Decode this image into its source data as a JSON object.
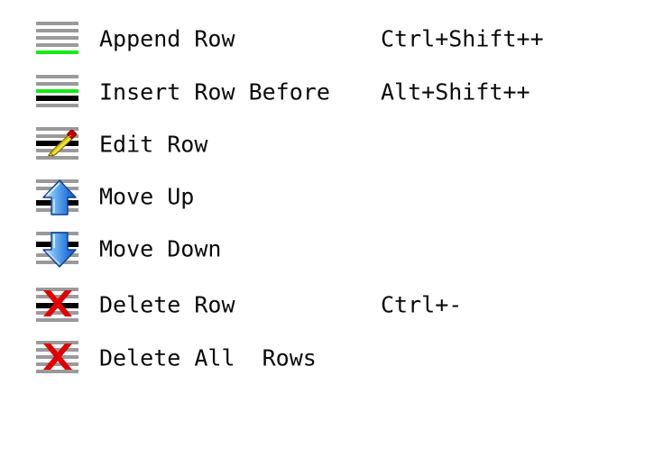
{
  "menu": {
    "name": "row-operations-menu",
    "background": "#ffffff",
    "text_color": "#0a0a0a",
    "items": [
      {
        "label": "Append Row",
        "shortcut": "Ctrl+Shift++",
        "icon": "append-row-icon",
        "icon_colors": {
          "line": "#9a9a9a",
          "accent": "#13ec13"
        }
      },
      {
        "label": "Insert Row Before",
        "shortcut": "Alt+Shift++",
        "icon": "insert-row-before-icon",
        "icon_colors": {
          "line": "#9a9a9a",
          "accent": "#13ec13",
          "highlight": "#000000"
        }
      },
      {
        "label": "Edit Row",
        "shortcut": "",
        "icon": "edit-row-icon",
        "icon_colors": {
          "line": "#9a9a9a",
          "highlight": "#000000",
          "pencil": "#f2e33a",
          "pencil_tip": "#cc0000"
        }
      },
      {
        "label": "Move Up",
        "shortcut": "",
        "icon": "move-up-icon",
        "icon_colors": {
          "line": "#9a9a9a",
          "highlight": "#000000",
          "arrow": "#2e7fe0"
        }
      },
      {
        "label": "Move Down",
        "shortcut": "",
        "icon": "move-down-icon",
        "icon_colors": {
          "line": "#9a9a9a",
          "highlight": "#000000",
          "arrow": "#2e7fe0"
        }
      },
      {
        "label": "Delete Row",
        "shortcut": "Ctrl+-",
        "icon": "delete-row-icon",
        "icon_colors": {
          "line": "#9a9a9a",
          "highlight": "#000000",
          "cross": "#e00000"
        }
      },
      {
        "label": "Delete All  Rows",
        "shortcut": "",
        "icon": "delete-all-rows-icon",
        "icon_colors": {
          "line": "#9a9a9a",
          "cross": "#e00000"
        }
      }
    ]
  }
}
